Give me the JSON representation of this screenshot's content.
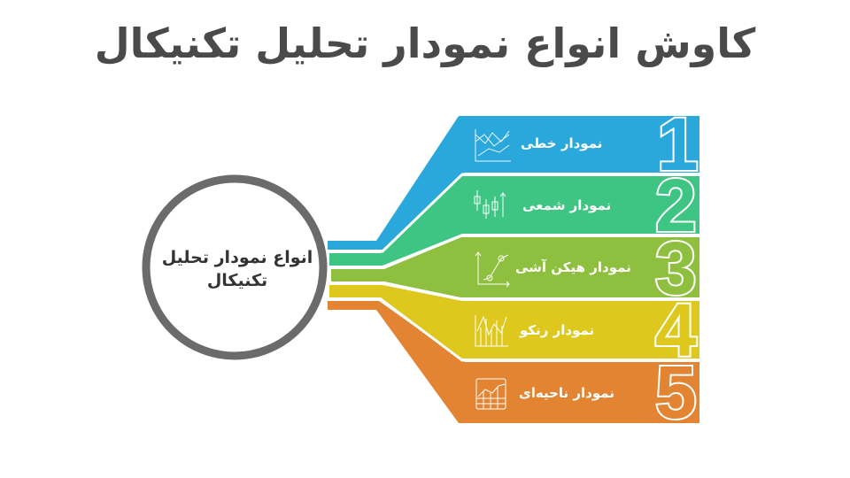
{
  "title": "کاوش انواع نمودار تحلیل تکنیکال",
  "center": {
    "label": "انواع نمودار تحلیل تکنیکال"
  },
  "items": [
    {
      "number": "1",
      "label": "نمودار خطی",
      "icon": "line-chart-icon",
      "color": "#2aa8dc"
    },
    {
      "number": "2",
      "label": "نمودار شمعی",
      "icon": "candlestick-chart-icon",
      "color": "#3ec483"
    },
    {
      "number": "3",
      "label": "نمودار هیکن آشی",
      "icon": "heikin-ashi-chart-icon",
      "color": "#8ebf3f"
    },
    {
      "number": "4",
      "label": "نمودار رنکو",
      "icon": "renko-chart-icon",
      "color": "#dfc81e"
    },
    {
      "number": "5",
      "label": "نمودار ناحیه‌ای",
      "icon": "area-chart-icon",
      "color": "#e38432"
    }
  ],
  "colors": {
    "title": "#4a4a4a",
    "circle_stroke": "#6b6b6b",
    "background": "#ffffff"
  }
}
